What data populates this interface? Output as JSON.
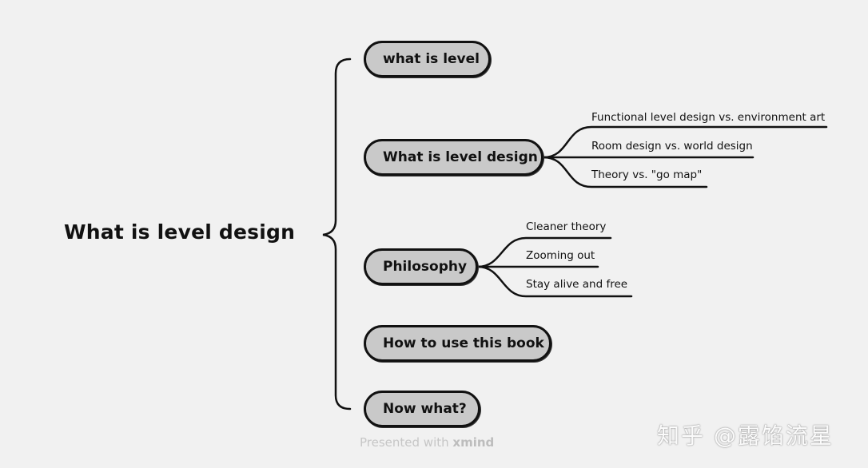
{
  "root": {
    "label": "What is level design"
  },
  "topics": [
    {
      "label": "what is level"
    },
    {
      "label": "What is level design"
    },
    {
      "label": "Philosophy"
    },
    {
      "label": "How to use this book"
    },
    {
      "label": "Now what?"
    }
  ],
  "subtopics": {
    "level_design": [
      "Functional level design vs. environment art",
      "Room design vs. world design",
      "Theory vs. \"go map\""
    ],
    "philosophy": [
      "Cleaner theory",
      "Zooming out",
      "Stay alive and free"
    ]
  },
  "footer": {
    "prefix": "Presented with",
    "brand": "xmind"
  },
  "watermark": "知乎 @露馅流星"
}
